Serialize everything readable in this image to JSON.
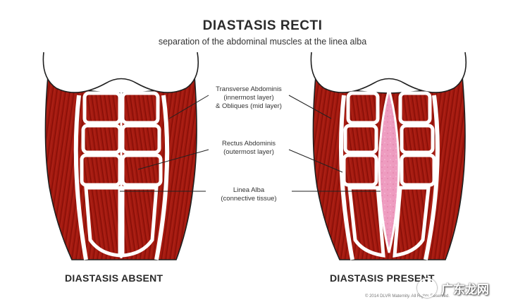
{
  "title": "DIASTASIS RECTI",
  "subtitle": "separation of the abdominal muscles at the linea alba",
  "callouts": {
    "transverse": {
      "line1": "Transverse Abdominis",
      "line2": "(innermost layer)",
      "line3": "& Obliques (mid layer)"
    },
    "rectus": {
      "line1": "Rectus Abdominis",
      "line2": "(outermost layer)"
    },
    "linea": {
      "line1": "Linea Alba",
      "line2": "(connective tissue)"
    }
  },
  "panels": {
    "left_label": "DIASTASIS ABSENT",
    "right_label": "DIASTASIS PRESENT"
  },
  "copyright": "© 2014 DLVR Maternity. All Rights Reserved.",
  "watermark": {
    "text": "广东龙网",
    "icon": "watermark-logo-icon"
  },
  "colors": {
    "muscle": "#a01a14",
    "muscle_dark": "#7c0f0b",
    "gap_tissue": "#ef9ec2",
    "outline": "#1f1f1f"
  }
}
